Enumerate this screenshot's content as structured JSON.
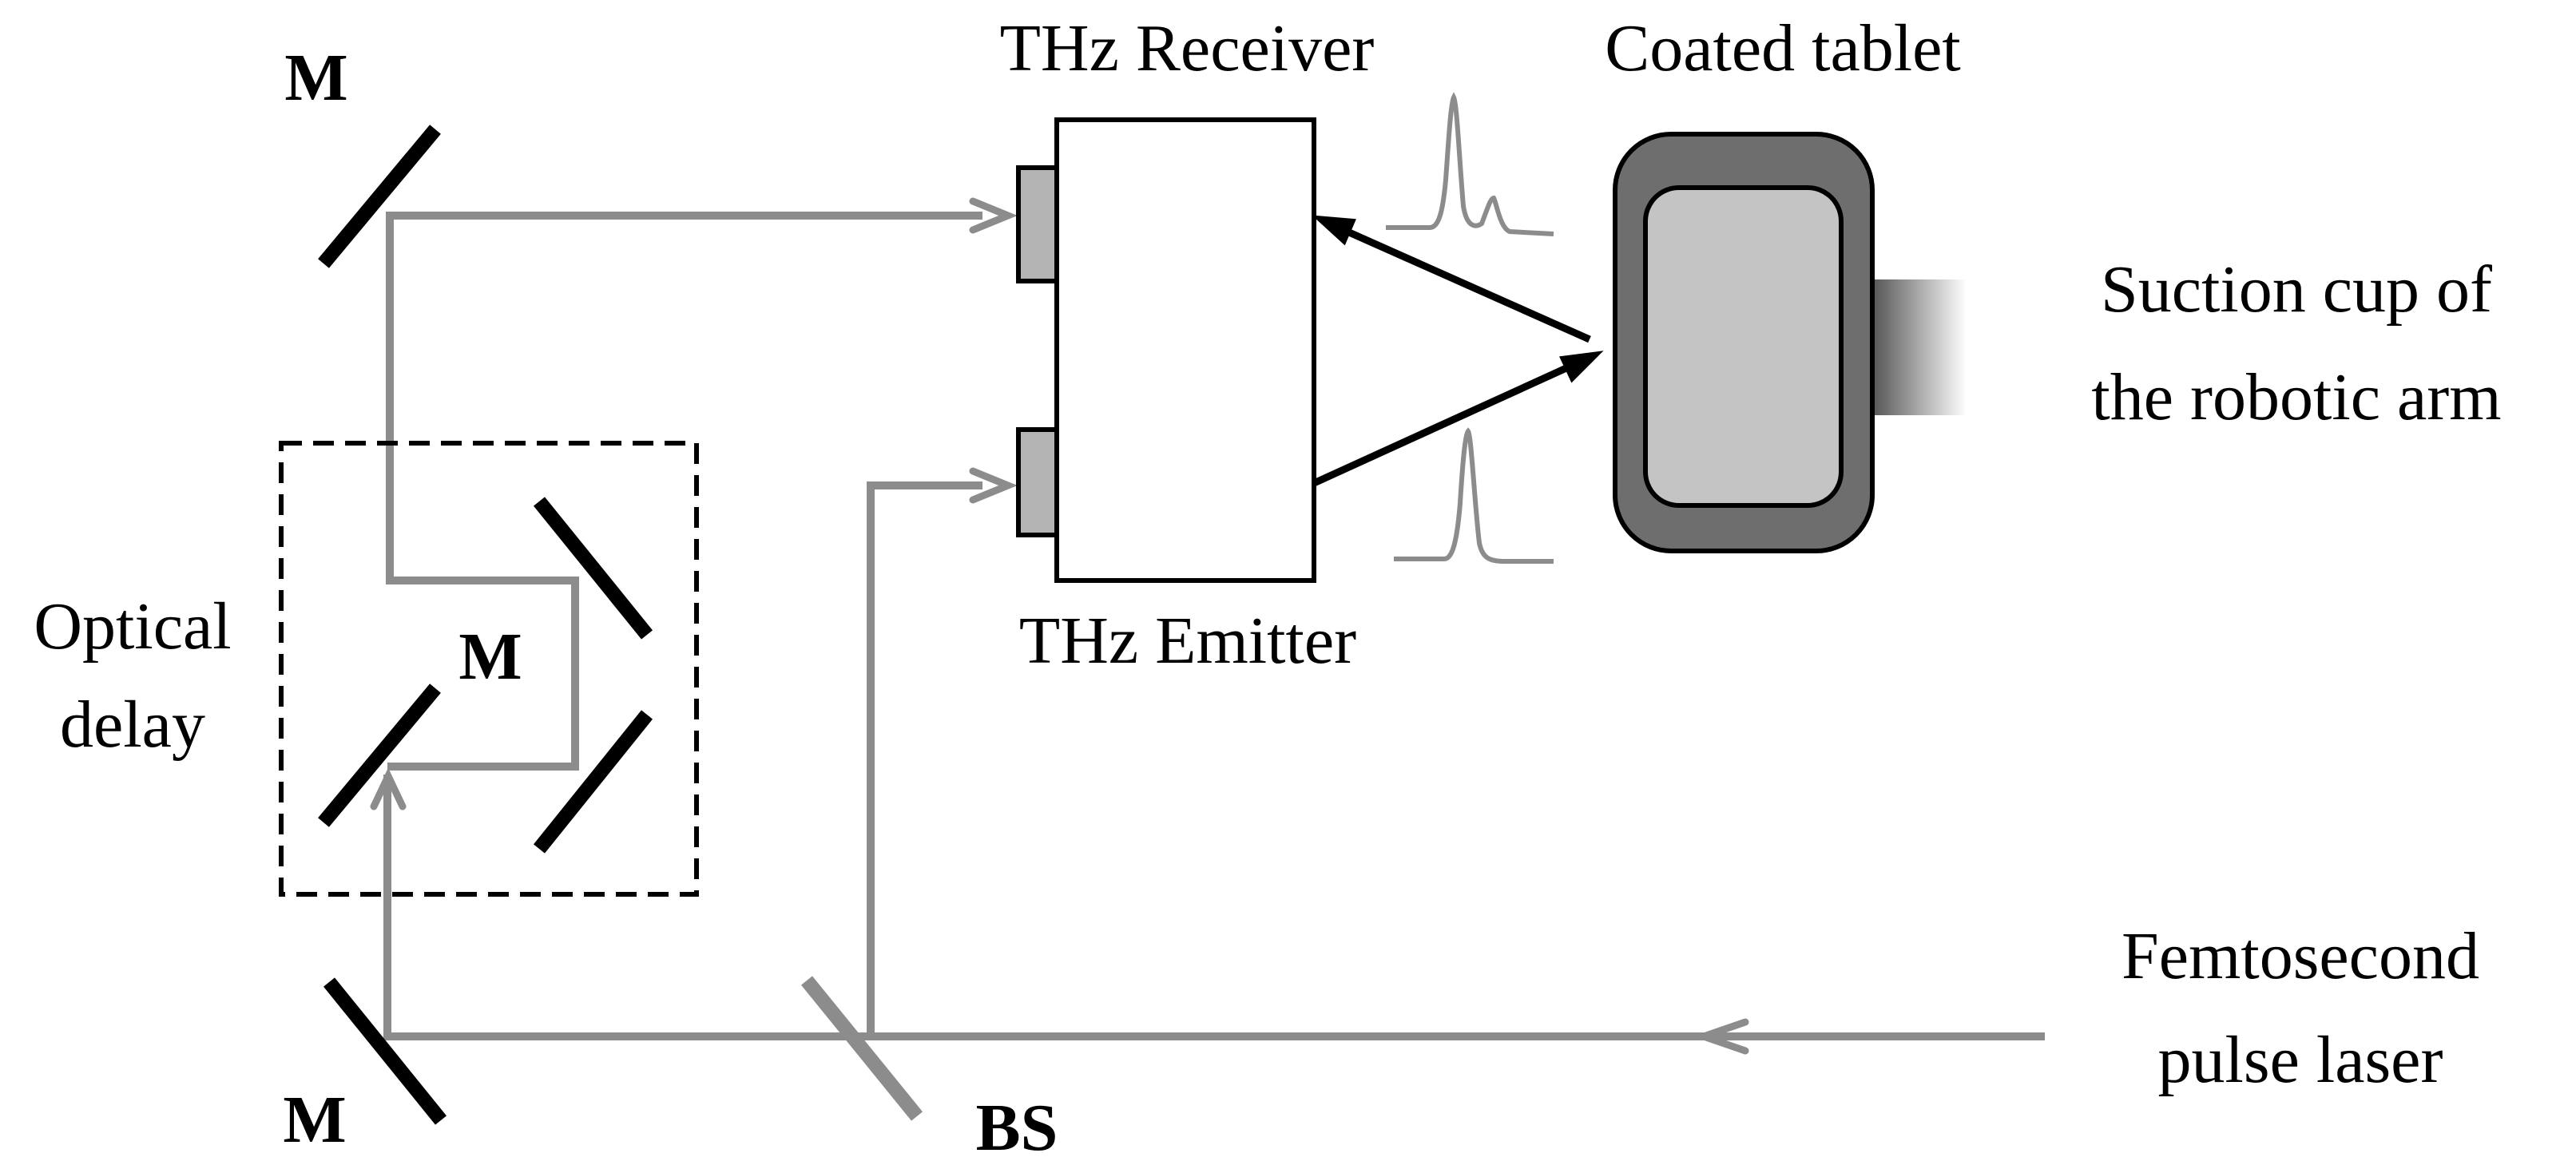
{
  "labels": {
    "thz_receiver": "THz Receiver",
    "coated_tablet": "Coated tablet",
    "suction_line1": "Suction cup of",
    "suction_line2": "the robotic arm",
    "thz_emitter": "THz Emitter",
    "optical_line1": "Optical",
    "optical_line2": "delay",
    "mirror_top": "M",
    "mirror_delay": "M",
    "mirror_bottom": "M",
    "beam_splitter": "BS",
    "laser_line1": "Femtosecond",
    "laser_line2": "pulse laser"
  },
  "colors": {
    "beam": "#8c8c8c",
    "mirror": "#000000",
    "splitter": "#8c8c8c",
    "tablet_outer": "#6e6e6e",
    "tablet_inner": "#c4c4c4",
    "antenna": "#b4b4b4",
    "signal": "#8c8c8c"
  }
}
